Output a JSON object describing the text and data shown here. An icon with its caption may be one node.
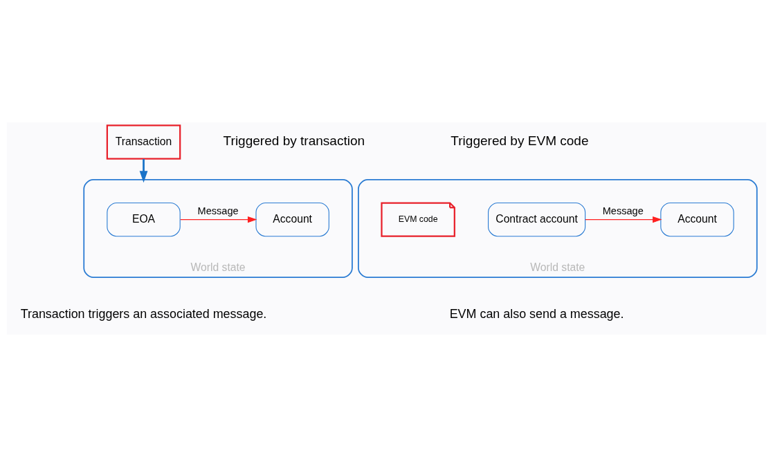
{
  "diagram": {
    "nodes": [
      {
        "text": [
          "World state"
        ]
      },
      {
        "text": [
          "EOA"
        ],
        "in": 0
      },
      {
        "text": [
          "Account"
        ],
        "in": 0
      },
      {
        "text": [
          "Transaction"
        ]
      },
      {
        "text": [
          "World state"
        ]
      },
      {
        "text": [
          "Contract account"
        ],
        "in": 4
      },
      {
        "text": [
          "EVM code"
        ],
        "in": 4
      },
      {
        "text": [
          "Account"
        ],
        "in": 4
      }
    ],
    "edges": [
      {
        "from": 3,
        "to": 0,
        "arrow": "to",
        "style": "thick",
        "color": "#1a73c8"
      },
      {
        "from": 1,
        "to": 2,
        "arrow": "to",
        "label": "Message",
        "color": "#ff2020"
      },
      {
        "from": 5,
        "to": 7,
        "arrow": "to",
        "label": "Message",
        "color": "#ff2020"
      }
    ],
    "labels": [
      "Triggered by transaction",
      "Triggered by EVM code",
      "Transaction triggers an associated message.",
      "EVM can also send a message."
    ]
  }
}
